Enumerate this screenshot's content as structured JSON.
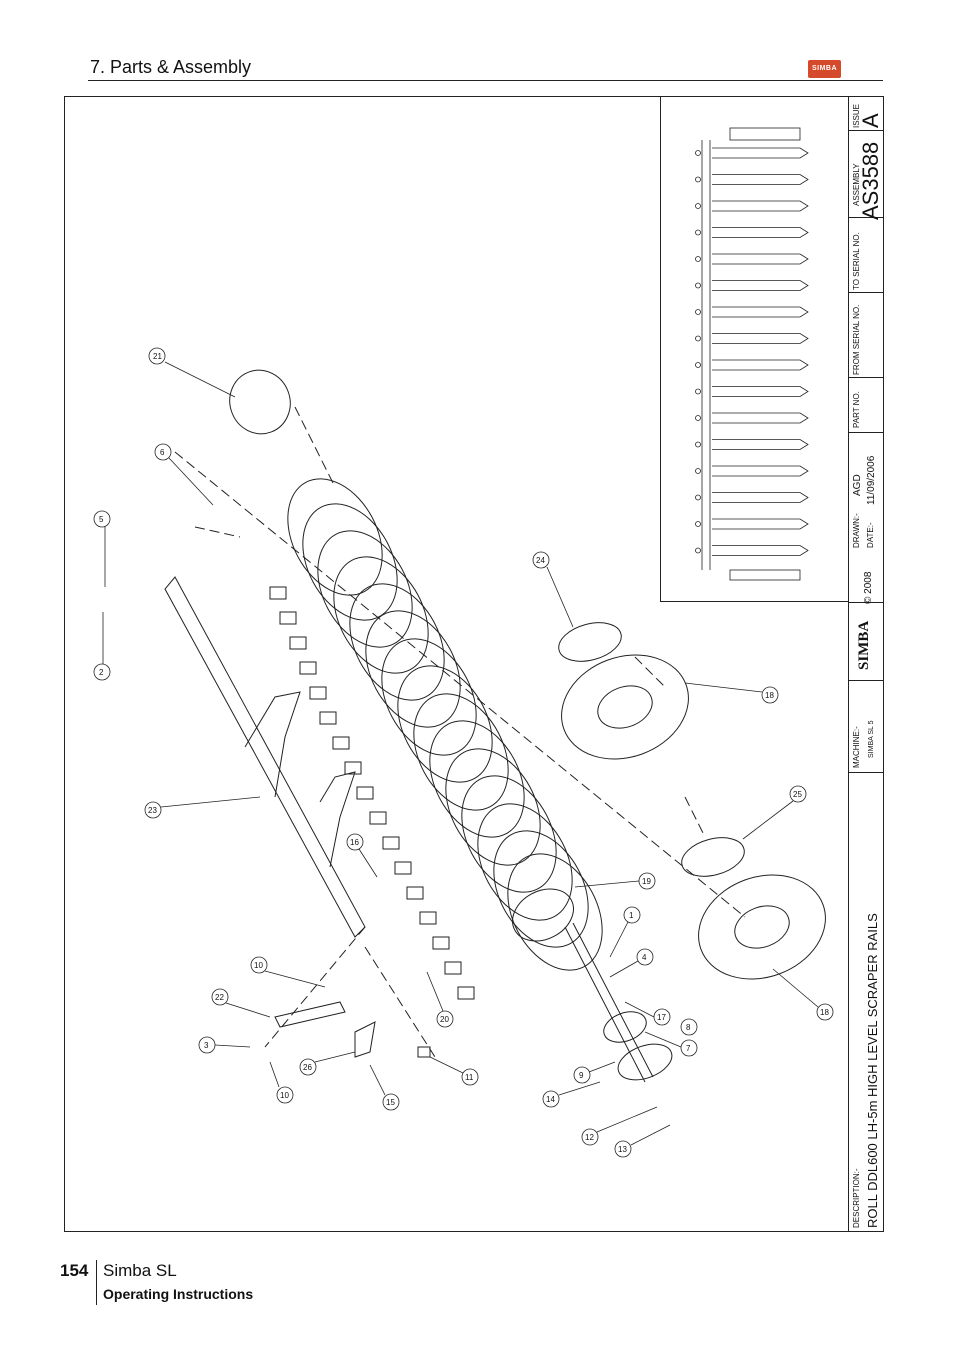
{
  "header": {
    "section_title": "7. Parts & Assembly",
    "logo_text": "SIMBA"
  },
  "title_block": {
    "issue_label": "ISSUE",
    "issue": "A",
    "assembly_label": "ASSEMBLY",
    "assembly_no": "AS3588",
    "to_serial_label": "TO SERIAL NO.",
    "from_serial_label": "FROM SERIAL NO.",
    "part_no_label": "PART NO.",
    "drawn_label": "DRAWN:-",
    "drawn_by": "AGD",
    "date_label": "DATE:-",
    "date": "11/09/2006",
    "copyright": "© 2008",
    "brand": "SIMBA",
    "machine_label": "MACHINE:-",
    "machine": "SIMBA SL 5",
    "description_label": "DESCRIPTION:-",
    "description": "ROLL DDL600 LH-5m HIGH LEVEL SCRAPER RAILS"
  },
  "callouts": [
    "21",
    "6",
    "5",
    "2",
    "24",
    "18",
    "23",
    "25",
    "16",
    "19",
    "1",
    "4",
    "17",
    "8",
    "7",
    "10",
    "22",
    "3",
    "26",
    "20",
    "9",
    "14",
    "11",
    "15",
    "10",
    "12",
    "13",
    "18"
  ],
  "footer": {
    "page_number": "154",
    "title": "Simba SL",
    "subtitle": "Operating Instructions"
  }
}
